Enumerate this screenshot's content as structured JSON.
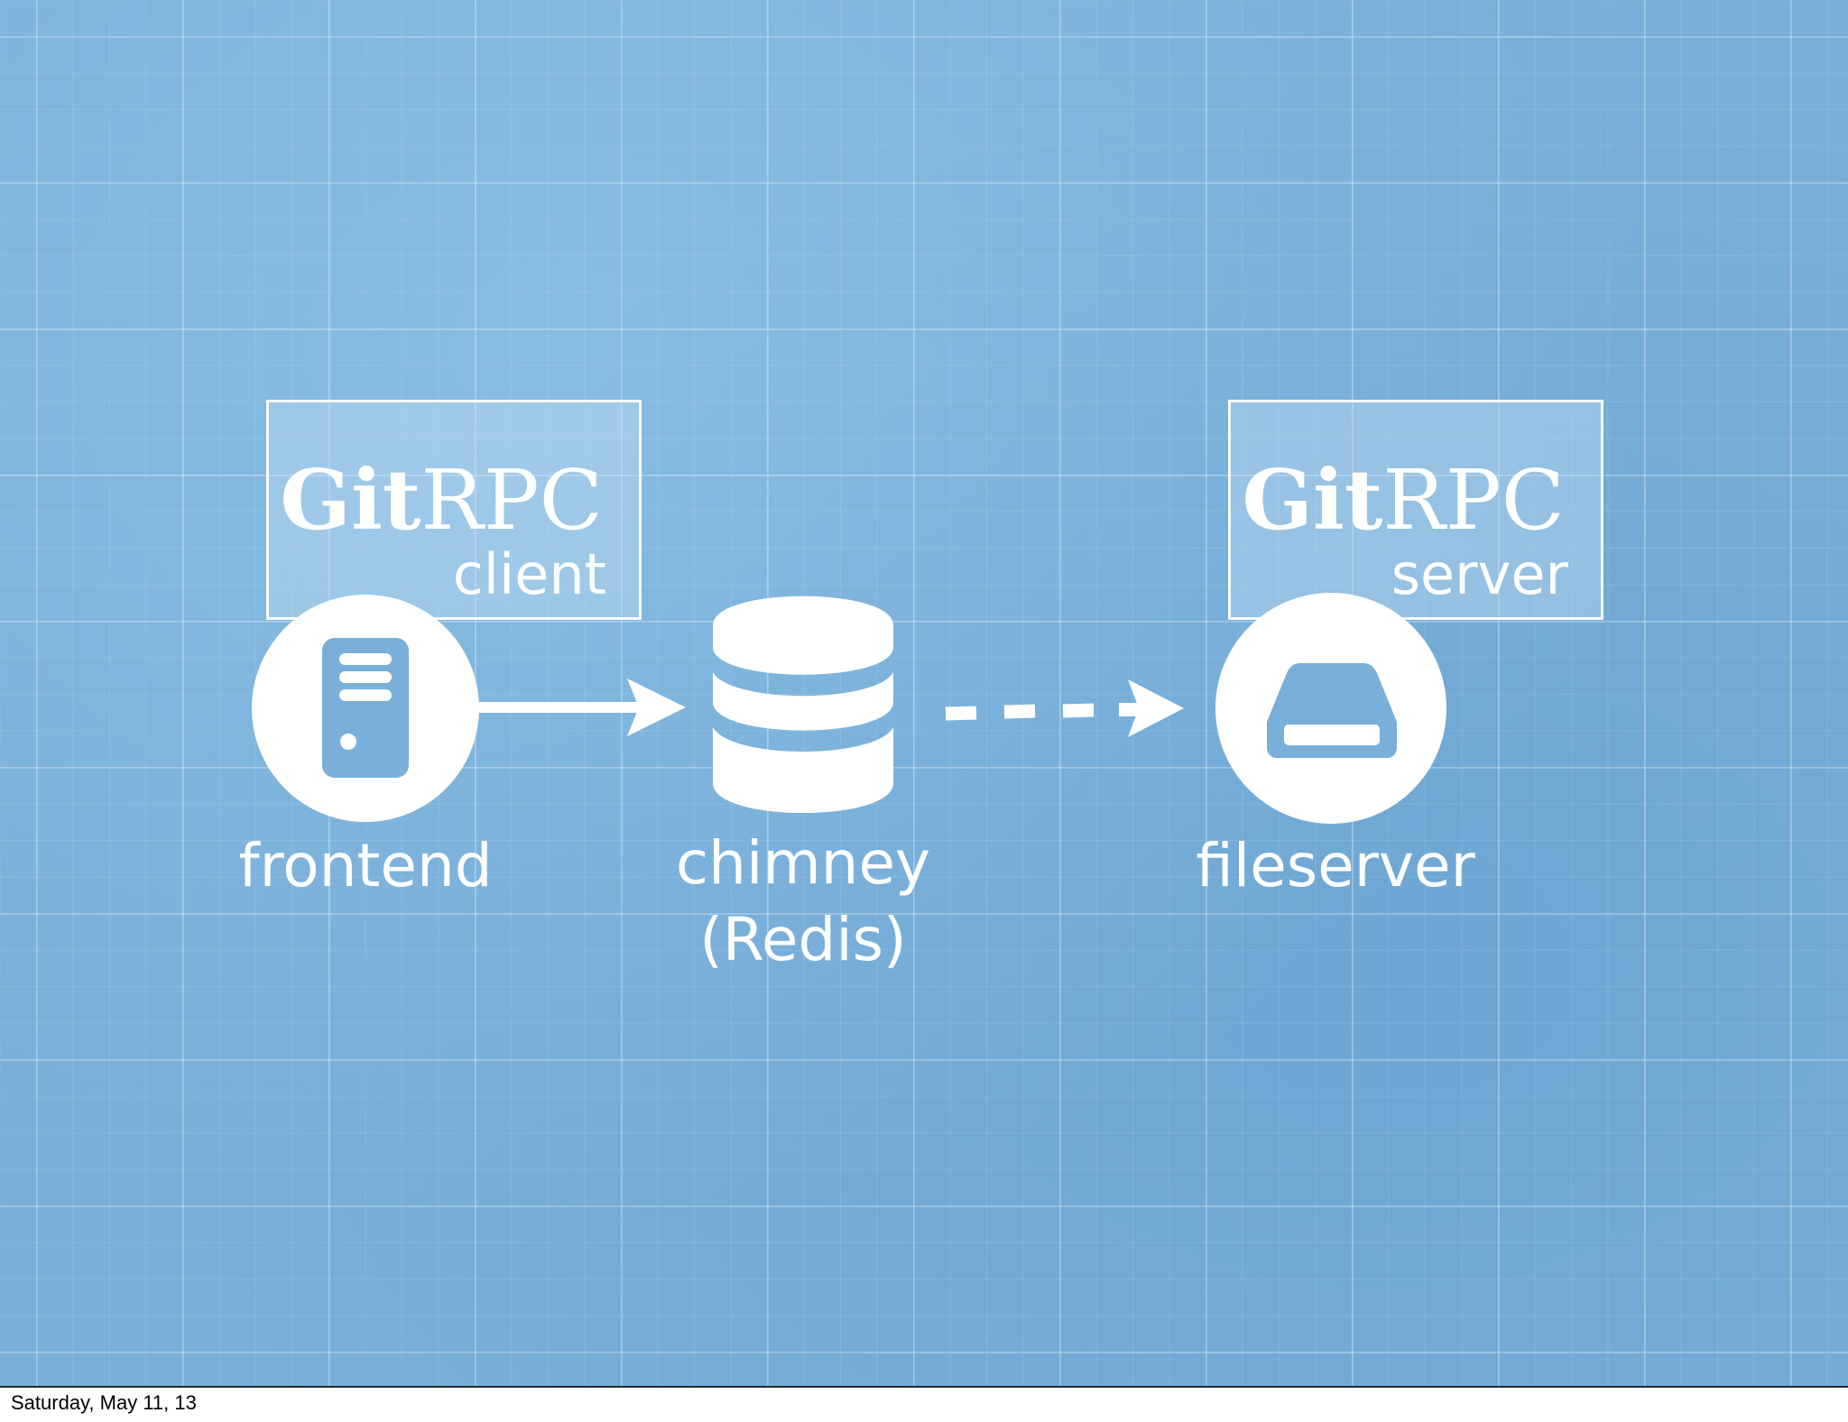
{
  "slide": {
    "background_color": "#79afd8",
    "grid_color": "#ffffff",
    "foreground_color": "#ffffff"
  },
  "client_box": {
    "title_bold": "Git",
    "title_light": "RPC",
    "subtitle": "client"
  },
  "server_box": {
    "title_bold": "Git",
    "title_light": "RPC",
    "subtitle": "server"
  },
  "nodes": {
    "frontend": {
      "label": "frontend",
      "icon": "server-tower-icon"
    },
    "chimney": {
      "label_line1": "chimney",
      "label_line2": "(Redis)",
      "icon": "database-icon"
    },
    "fileserver": {
      "label": "fileserver",
      "icon": "hard-drive-icon"
    }
  },
  "arrows": [
    {
      "from": "frontend",
      "to": "chimney",
      "style": "solid"
    },
    {
      "from": "chimney",
      "to": "fileserver",
      "style": "dashed"
    }
  ],
  "footer": {
    "date": "Saturday, May 11, 13"
  }
}
